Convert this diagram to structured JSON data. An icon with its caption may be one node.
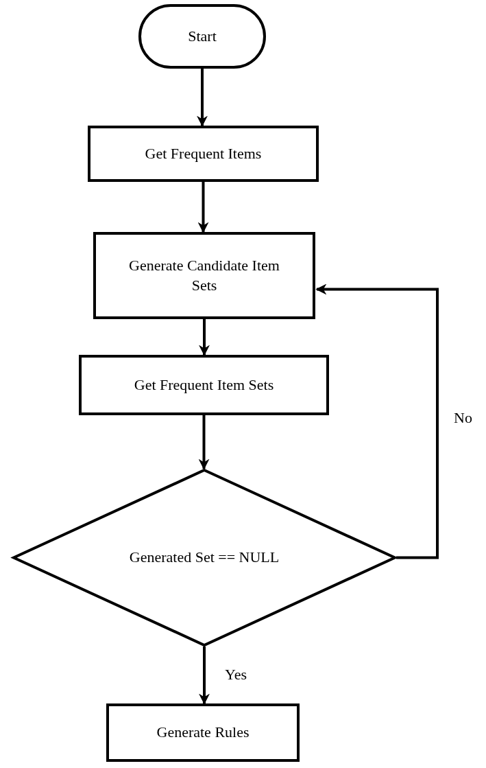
{
  "diagram": {
    "nodes": [
      {
        "text": [
          "Start"
        ]
      },
      {
        "text": [
          "Get Frequent Items"
        ]
      },
      {
        "text": [
          "Generate Candidate Item Sets"
        ]
      },
      {
        "text": [
          "Get Frequent Item Sets"
        ]
      },
      {
        "text": [
          "Generated Set == NULL"
        ]
      },
      {
        "text": [
          "Generate Rules"
        ]
      }
    ],
    "edges": [
      {
        "from": 0,
        "to": 1,
        "arrow": "to"
      },
      {
        "from": 1,
        "to": 2,
        "arrow": "to"
      },
      {
        "from": 2,
        "to": 3,
        "arrow": "to"
      },
      {
        "from": 3,
        "to": 4,
        "arrow": "to"
      },
      {
        "from": 4,
        "to": 2,
        "arrow": "to",
        "label": "No"
      },
      {
        "from": 4,
        "to": 5,
        "arrow": "to",
        "label": "Yes"
      }
    ]
  }
}
